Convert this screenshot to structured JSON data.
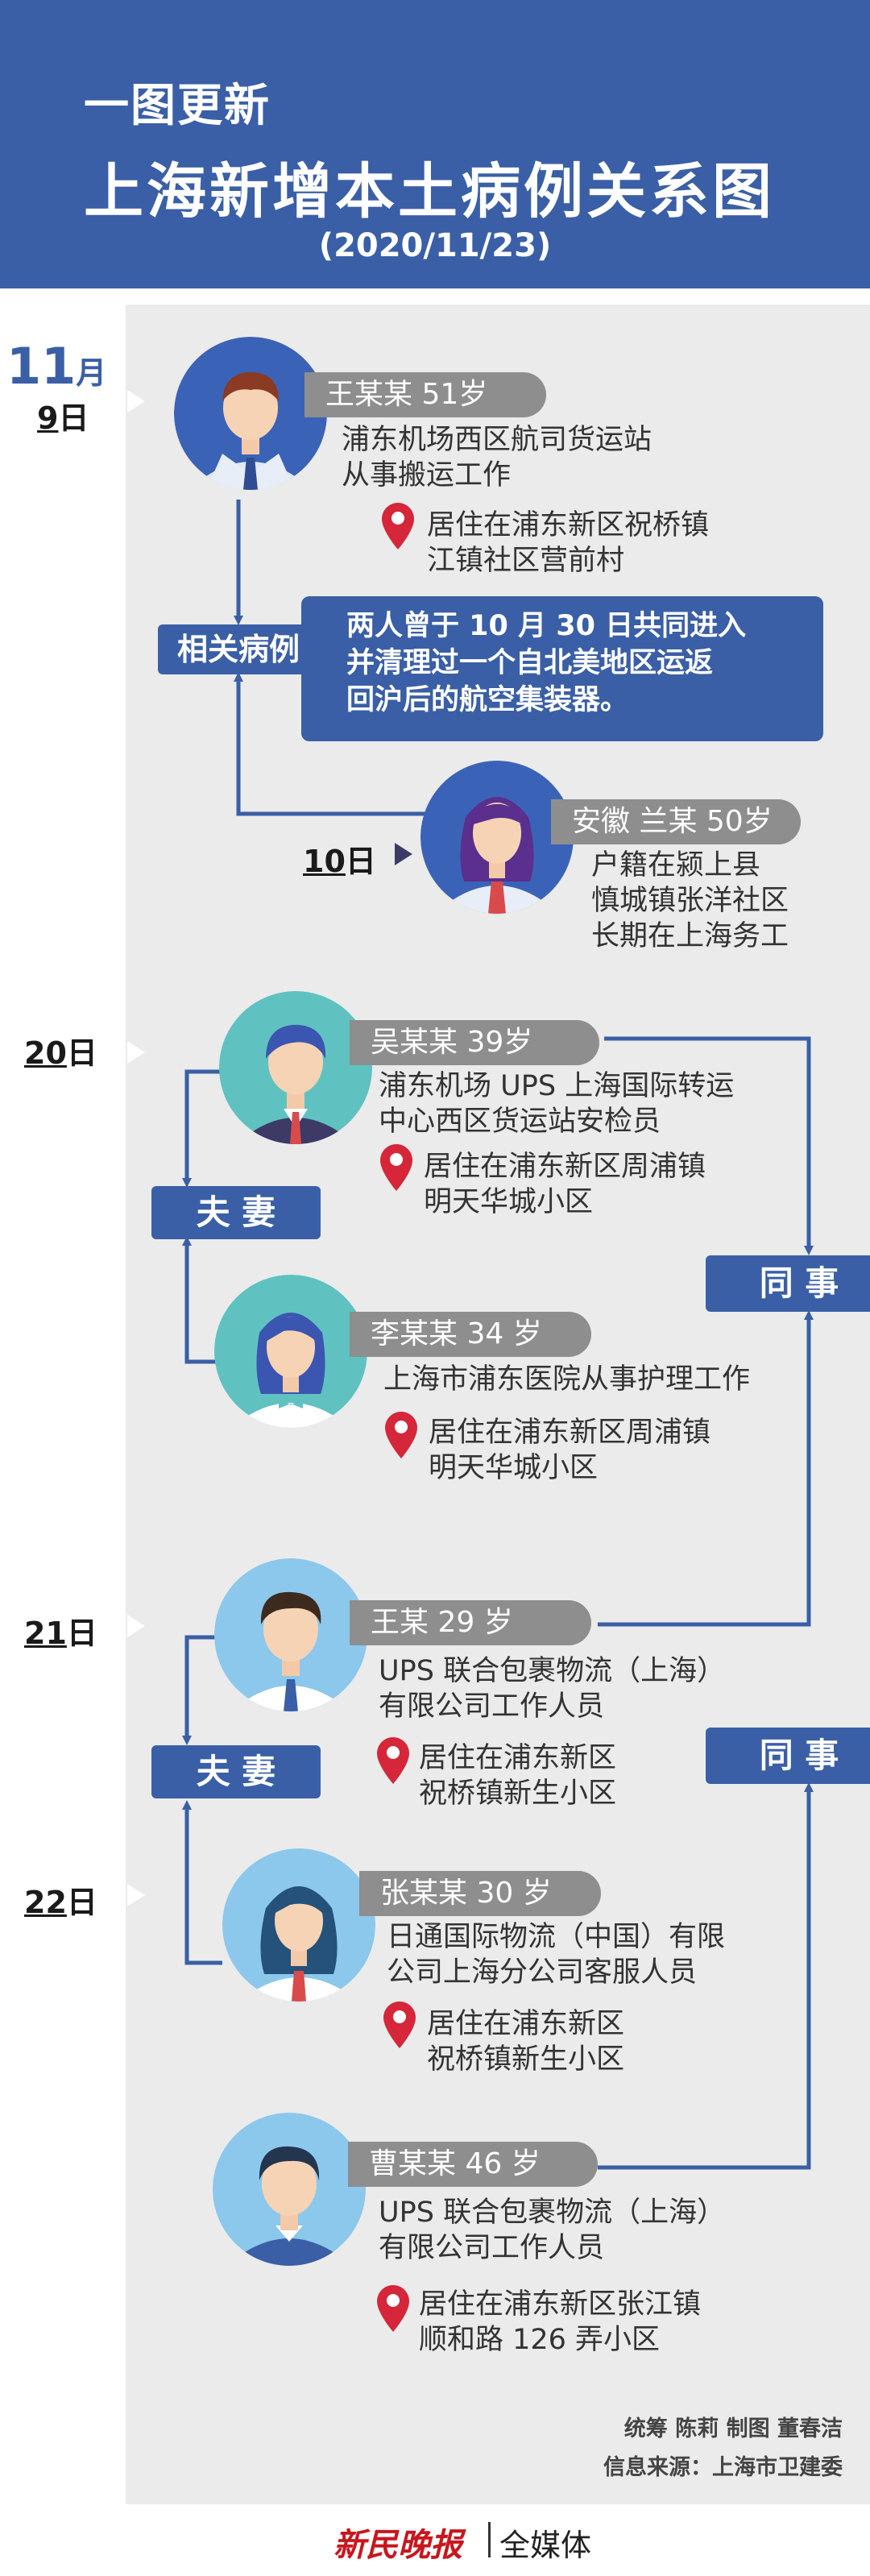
{
  "header": {
    "kicker": "一图更新",
    "title": "上海新增本土病例关系图",
    "date": "(2020/11/23)"
  },
  "timeline": {
    "month_num": "11",
    "month_unit": "月",
    "day9_num": "9",
    "day9_unit": "日",
    "day10_num": "10",
    "day10_unit": "日",
    "day20_num": "20",
    "day20_unit": "日",
    "day21_num": "21",
    "day21_unit": "日",
    "day22_num": "22",
    "day22_unit": "日"
  },
  "cases": [
    {
      "name": "王某某 51岁",
      "desc1": "浦东机场西区航司货运站",
      "desc2": "从事搬运工作",
      "addr1": "居住在浦东新区祝桥镇",
      "addr2": "江镇社区营前村"
    },
    {
      "name": "安徽 兰某 50岁",
      "desc1": "户籍在颍上县",
      "desc2": "慎城镇张洋社区",
      "desc3": "长期在上海务工"
    },
    {
      "name": "吴某某 39岁",
      "desc1": "浦东机场 UPS 上海国际转运",
      "desc2": "中心西区货运站安检员",
      "addr1": "居住在浦东新区周浦镇",
      "addr2": "明天华城小区"
    },
    {
      "name": "李某某 34 岁",
      "desc1": "上海市浦东医院从事护理工作",
      "addr1": "居住在浦东新区周浦镇",
      "addr2": "明天华城小区"
    },
    {
      "name": "王某 29 岁",
      "desc1": "UPS  联合包裹物流（上海）",
      "desc2": "有限公司工作人员",
      "addr1": "居住在浦东新区",
      "addr2": "祝桥镇新生小区"
    },
    {
      "name": "张某某 30 岁",
      "desc1": "日通国际物流（中国）有限",
      "desc2": "公司上海分公司客服人员",
      "addr1": "居住在浦东新区",
      "addr2": "祝桥镇新生小区"
    },
    {
      "name": "曹某某 46 岁",
      "desc1": "UPS 联合包裹物流（上海）",
      "desc2": "有限公司工作人员",
      "addr1": "居住在浦东新区张江镇",
      "addr2": "顺和路 126 弄小区"
    }
  ],
  "badges": {
    "related": "相关病例",
    "couple1": "夫 妻",
    "couple2": "夫 妻",
    "colleague1": "同 事",
    "colleague2": "同 事"
  },
  "note": {
    "line1": "两人曾于 10 月 30 日共同进入",
    "line2": "并清理过一个自北美地区运返",
    "line3": "回沪后的航空集装器。"
  },
  "credits": {
    "line1": "统筹 陈莉  制图 董春洁",
    "line2": "信息来源：上海市卫建委"
  },
  "footer": {
    "brand": "新民晚报",
    "media": "全媒体"
  },
  "colors": {
    "header_blue": "#3a5fa6",
    "panel_gray": "#ebebeb",
    "tag_gray": "#8e8e8e",
    "pin_red": "#d6263a",
    "brand_red": "#c8161d"
  }
}
